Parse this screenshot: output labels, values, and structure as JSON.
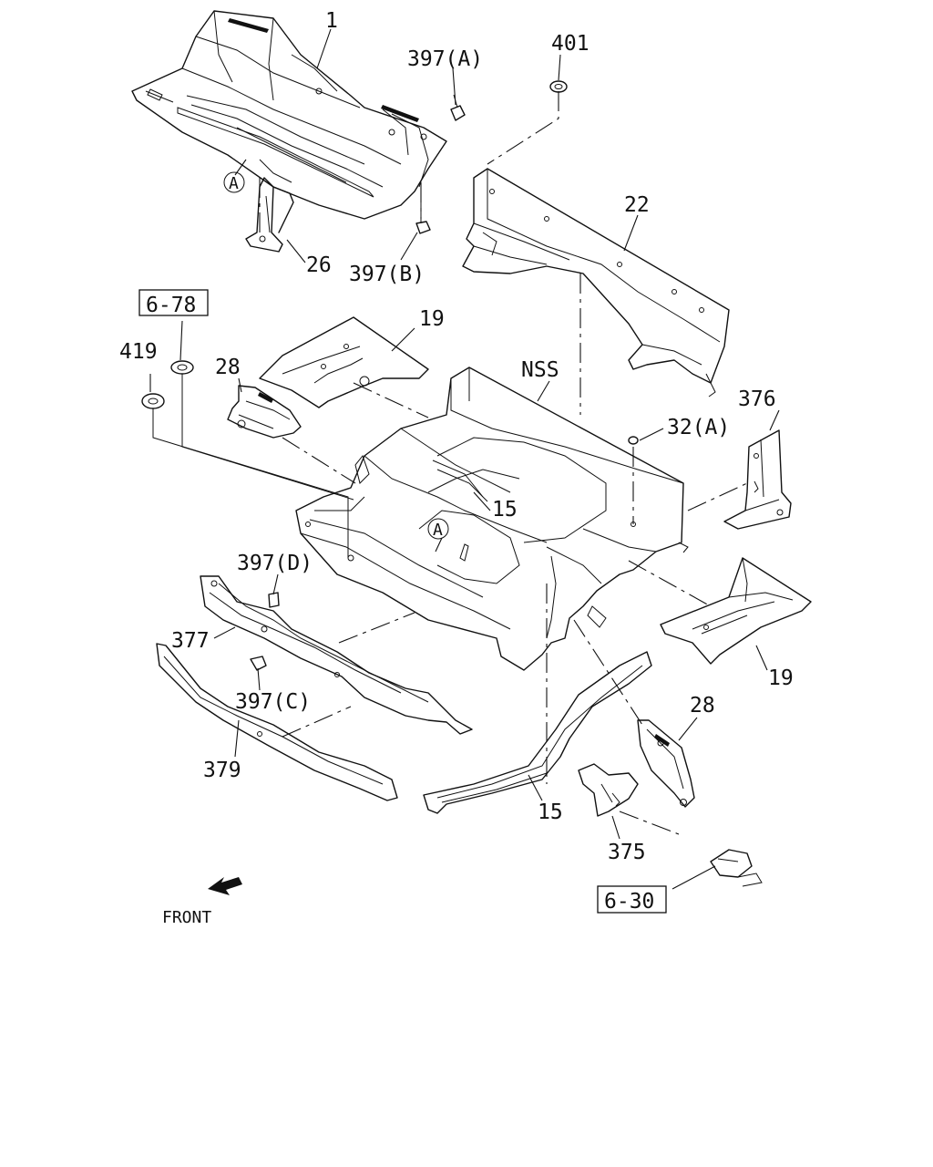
{
  "callouts": {
    "c1": "1",
    "c397a": "397(A)",
    "c401": "401",
    "c22": "22",
    "c26": "26",
    "c397b": "397(B)",
    "c678": "6-78",
    "c19_top": "19",
    "c419": "419",
    "c28_left": "28",
    "cnss": "NSS",
    "c376": "376",
    "c32a": "32(A)",
    "c15_mid": "15",
    "c397d": "397(D)",
    "c377": "377",
    "c397c": "397(C)",
    "c19_right": "19",
    "c28_right": "28",
    "c379": "379",
    "c15_bottom": "15",
    "c375": "375",
    "c630": "6-30",
    "front": "FRONT"
  },
  "markers": {
    "ref_a": "A"
  }
}
